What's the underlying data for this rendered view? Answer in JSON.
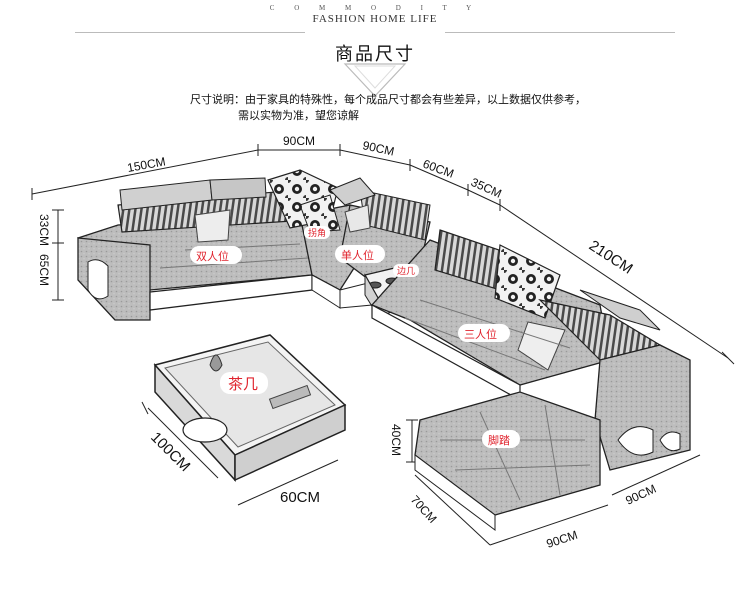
{
  "header": {
    "commodity": "C O M M O D I T Y",
    "brand": "FASHION HOME LIFE",
    "title": "商品尺寸"
  },
  "notes": {
    "line1": "尺寸说明：由于家具的特殊性，每个成品尺寸都会有些差异，以上数据仅供参考，",
    "line2": "需以实物为准，望您谅解"
  },
  "dimensions": {
    "d150": "150CM",
    "d90a": "90CM",
    "d90b": "90CM",
    "d60": "60CM",
    "d35": "35CM",
    "d210": "210CM",
    "d33": "33CM",
    "d65": "65CM",
    "d100": "100CM",
    "d60table": "60CM",
    "d40": "40CM",
    "d70": "70CM",
    "d90c": "90CM",
    "d90d": "90CM"
  },
  "labels": {
    "double_seat": "双人位",
    "corner": "拐角",
    "single_seat": "单人位",
    "side_table": "边几",
    "triple_seat": "三人位",
    "footrest": "脚踏",
    "tea_table": "茶几"
  }
}
